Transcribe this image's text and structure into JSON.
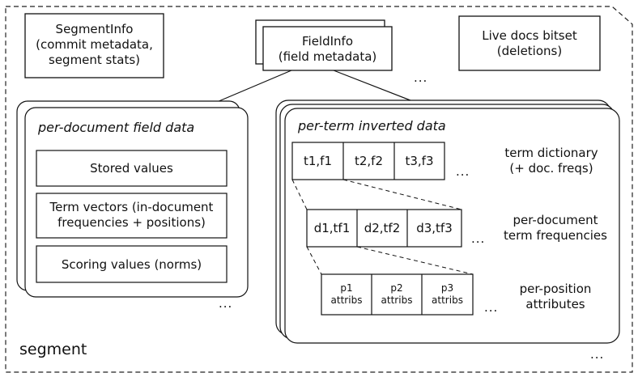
{
  "top_boxes": {
    "segment_info": {
      "line1": "SegmentInfo",
      "line2": "(commit metadata,",
      "line3": "segment stats)"
    },
    "field_info": {
      "line1": "FieldInfo",
      "line2": "(field metadata)"
    },
    "live_docs": {
      "line1": "Live docs bitset",
      "line2": "(deletions)"
    }
  },
  "field_info_ellipsis": "...",
  "per_document": {
    "title": "per-document field data",
    "stored_values": "Stored values",
    "term_vectors_line1": "Term vectors (in-document",
    "term_vectors_line2": "frequencies + positions)",
    "scoring_values": "Scoring values (norms)",
    "ellipsis": "..."
  },
  "per_term": {
    "title": "per-term inverted data",
    "dictionary_cells": [
      "t1,f1",
      "t2,f2",
      "t3,f3"
    ],
    "dictionary_ellipsis": "...",
    "dictionary_label_line1": "term dictionary",
    "dictionary_label_line2": "(+ doc. freqs)",
    "frequency_cells": [
      "d1,tf1",
      "d2,tf2",
      "d3,tf3"
    ],
    "frequency_ellipsis": "...",
    "frequency_label_line1": "per-document",
    "frequency_label_line2": "term frequencies",
    "position_cells": [
      {
        "line1": "p1",
        "line2": "attribs"
      },
      {
        "line1": "p2",
        "line2": "attribs"
      },
      {
        "line1": "p3",
        "line2": "attribs"
      }
    ],
    "position_ellipsis": "...",
    "position_label_line1": "per-position",
    "position_label_line2": "attributes",
    "ellipsis": "..."
  },
  "segment_label": "segment"
}
